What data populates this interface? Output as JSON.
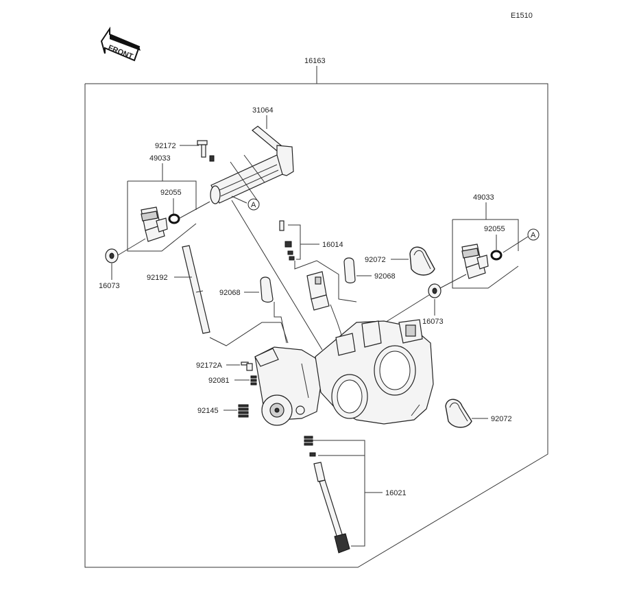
{
  "diagram_code": "E1510",
  "front_label": "FRONT",
  "callout_ref": "A",
  "labels": {
    "assembly": "16163",
    "fuel_rail": "31064",
    "rail_bolt": "92172",
    "injector_left": "49033",
    "oring_left": "92055",
    "washer_left": "16073",
    "hose_clip": "16014",
    "clamp_upper": "92072",
    "cap_right": "92068",
    "tube": "92192",
    "cap_left": "92068",
    "injector_right": "49033",
    "oring_right": "92055",
    "washer_right": "16073",
    "bolt_a": "92172A",
    "spring_small": "92081",
    "spring_return": "92145",
    "clamp_lower": "92072",
    "cable": "16021"
  }
}
